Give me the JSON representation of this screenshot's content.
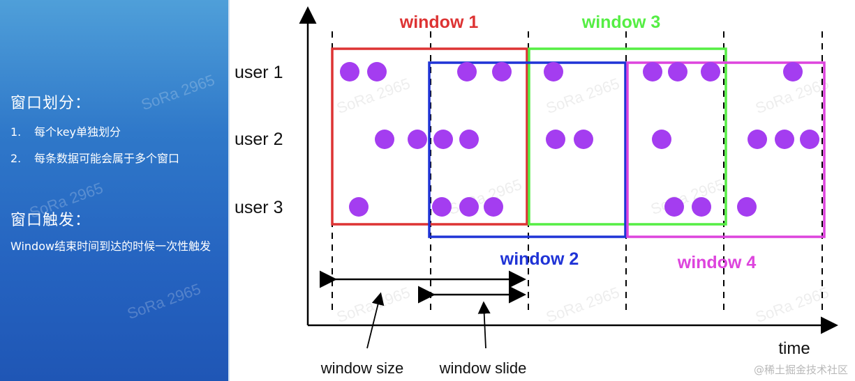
{
  "sidebar": {
    "partition_title": "窗口划分：",
    "partition_items": [
      {
        "num": "1.",
        "text": "每个key单独划分"
      },
      {
        "num": "2.",
        "text": "每条数据可能会属于多个窗口"
      }
    ],
    "trigger_title": "窗口触发：",
    "trigger_text": "Window结束时间到达的时候一次性触发"
  },
  "watermark": "SoRa 2965",
  "credit": "@稀土掘金技术社区",
  "diagram": {
    "rows": [
      "user 1",
      "user 2",
      "user 3"
    ],
    "axis_label": "time",
    "windows": [
      {
        "label": "window 1",
        "color": "#dd3333"
      },
      {
        "label": "window 2",
        "color": "#1f33d6"
      },
      {
        "label": "window 3",
        "color": "#55ee44"
      },
      {
        "label": "window 4",
        "color": "#dd44dd"
      }
    ],
    "annotations": {
      "size": "window size",
      "slide": "window slide"
    },
    "dot_color": "#a43df0"
  }
}
